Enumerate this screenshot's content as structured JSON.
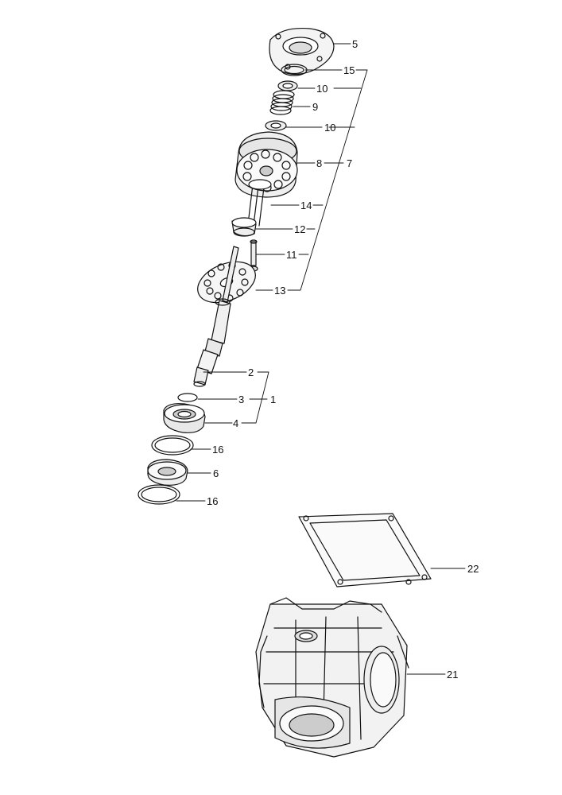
{
  "diagram": {
    "callouts": {
      "c5": "5",
      "c15": "15",
      "c10a": "10",
      "c9": "9",
      "c10b": "10",
      "c8": "8",
      "c7": "7",
      "c14": "14",
      "c12": "12",
      "c11": "11",
      "c13": "13",
      "c2": "2",
      "c3": "3",
      "c1": "1",
      "c4": "4",
      "c16a": "16",
      "c6": "6",
      "c16b": "16",
      "c22": "22",
      "c21": "21"
    }
  }
}
